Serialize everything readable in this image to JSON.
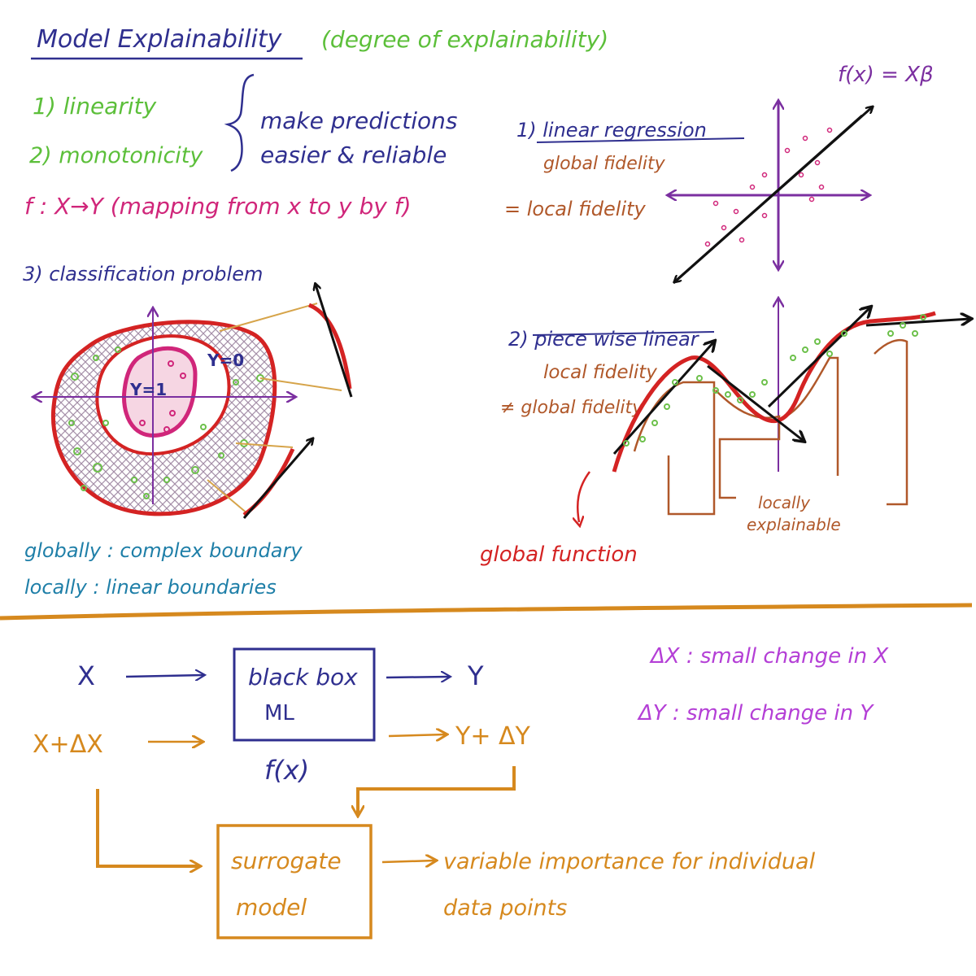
{
  "colors": {
    "navy": "#2f2f8f",
    "green": "#5cbf3a",
    "magenta": "#d0267a",
    "purple": "#7b2fa0",
    "brown": "#b0582a",
    "red": "#d42323",
    "orange": "#d6891e",
    "teal": "#1f7fa8",
    "violet": "#b43fd6",
    "black": "#111111",
    "hatch": "#a58fa8",
    "dot": "#6cc04a"
  },
  "header": {
    "title": "Model Explainability",
    "subtitle": "(degree of explainability)"
  },
  "properties": {
    "item1": "1) linearity",
    "item2": "2) monotonicity",
    "brace_line1": "make predictions",
    "brace_line2": "easier & reliable",
    "mapping": "f : X→Y  (mapping from x to y by f)"
  },
  "classification": {
    "title": "3) classification problem",
    "label_y1": "Y=1",
    "label_y0": "Y=0",
    "globally": "globally  :  complex boundary",
    "locally": "locally    :  linear boundaries"
  },
  "linear_regression": {
    "formula": "f(x) = Xβ",
    "title": "1) linear regression",
    "global": "global fidelity",
    "local": "= local fidelity"
  },
  "piecewise": {
    "title": "2) piece wise linear",
    "local": "local fidelity",
    "global": "≠ global fidelity",
    "global_function": "global function",
    "locally_line1": "locally",
    "locally_line2": "explainable"
  },
  "surrogate": {
    "x": "X",
    "x_dx": "X+ΔX",
    "box_line1": "black  box",
    "box_line2": "ML",
    "fx": "f(x)",
    "y": "Y",
    "y_dy": "Y+ ΔY",
    "dx_note": "ΔX  : small change in X",
    "dy_note": "ΔY  : small change in Y",
    "surrogate_line1": "surrogate",
    "surrogate_line2": "model",
    "importance_line1": "variable importance for individual",
    "importance_line2": "data points"
  }
}
